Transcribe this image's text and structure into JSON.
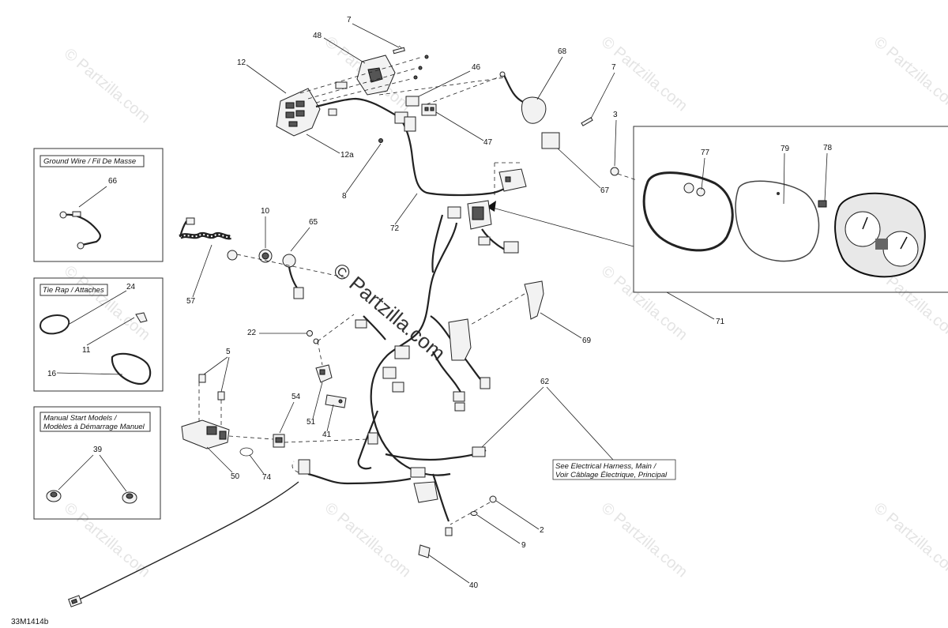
{
  "watermark": "© Partzilla.com",
  "diagram_code": "33M1414b",
  "inset_boxes": {
    "ground_wire": {
      "title": "Ground Wire / Fil De Masse",
      "labels": [
        "66"
      ]
    },
    "tie_rap": {
      "title": "Tie Rap / Attaches",
      "labels": [
        "24",
        "11",
        "16"
      ]
    },
    "manual_start": {
      "title_line1": "Manual Start Models /",
      "title_line2": "Modèles à Démarrage Manuel",
      "labels": [
        "39"
      ]
    }
  },
  "note": {
    "line1": "See Electrical Harness, Main /",
    "line2": "Voir Câblage Électrique, Principal"
  },
  "callouts": [
    {
      "id": "c7a",
      "text": "7"
    },
    {
      "id": "c48",
      "text": "48"
    },
    {
      "id": "c12",
      "text": "12"
    },
    {
      "id": "c12a",
      "text": "12a"
    },
    {
      "id": "c46",
      "text": "46"
    },
    {
      "id": "c47",
      "text": "47"
    },
    {
      "id": "c68",
      "text": "68"
    },
    {
      "id": "c7b",
      "text": "7"
    },
    {
      "id": "c3",
      "text": "3"
    },
    {
      "id": "c67",
      "text": "67"
    },
    {
      "id": "c8",
      "text": "8"
    },
    {
      "id": "c72",
      "text": "72"
    },
    {
      "id": "c77",
      "text": "77"
    },
    {
      "id": "c79",
      "text": "79"
    },
    {
      "id": "c78",
      "text": "78"
    },
    {
      "id": "c71",
      "text": "71"
    },
    {
      "id": "c10",
      "text": "10"
    },
    {
      "id": "c65",
      "text": "65"
    },
    {
      "id": "c57",
      "text": "57"
    },
    {
      "id": "c22",
      "text": "22"
    },
    {
      "id": "c69",
      "text": "69"
    },
    {
      "id": "c5",
      "text": "5"
    },
    {
      "id": "c54",
      "text": "54"
    },
    {
      "id": "c51",
      "text": "51"
    },
    {
      "id": "c41",
      "text": "41"
    },
    {
      "id": "c62",
      "text": "62"
    },
    {
      "id": "c50",
      "text": "50"
    },
    {
      "id": "c74",
      "text": "74"
    },
    {
      "id": "c2",
      "text": "2"
    },
    {
      "id": "c9",
      "text": "9"
    },
    {
      "id": "c40",
      "text": "40"
    }
  ]
}
